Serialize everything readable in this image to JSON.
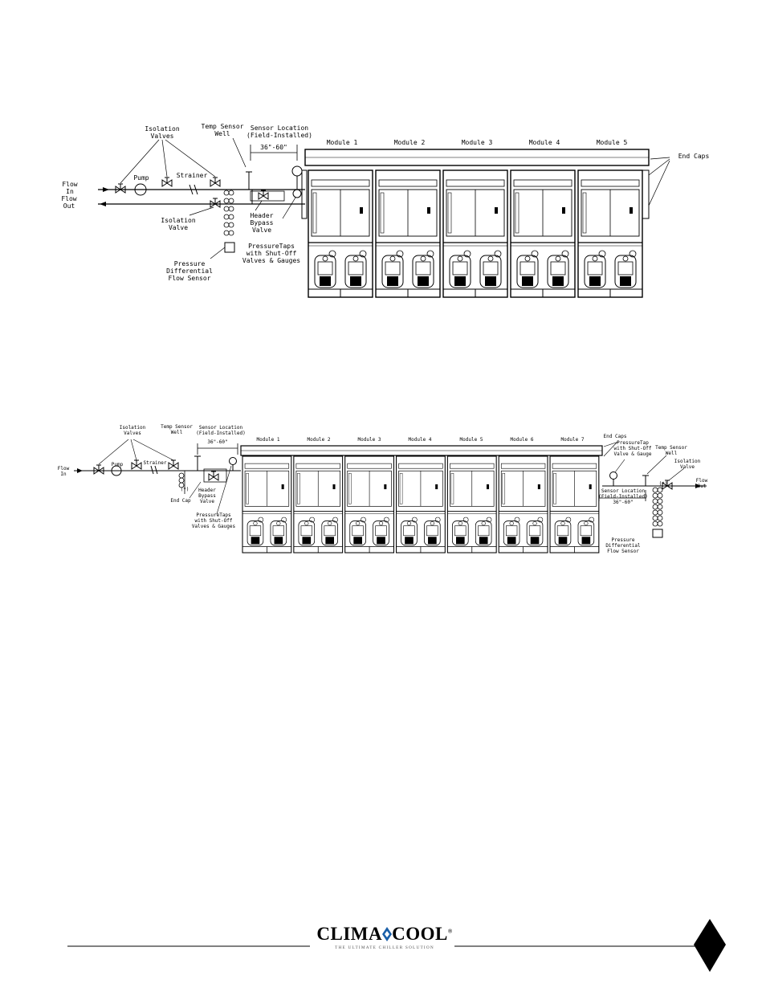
{
  "diagram_top": {
    "labels": {
      "isolation_valves": [
        "Isolation",
        "Valves"
      ],
      "temp_sensor_well": [
        "Temp Sensor",
        "Well"
      ],
      "sensor_location": [
        "Sensor Location",
        "(Field-Installed)"
      ],
      "dimension": "36\"-60\"",
      "pump": "Pump",
      "strainer": "Strainer",
      "flow_in": [
        "Flow",
        "In"
      ],
      "flow_out": [
        "Flow",
        "Out"
      ],
      "isolation_valve": [
        "Isolation",
        "Valve"
      ],
      "header_bypass_valve": [
        "Header",
        "Bypass",
        "Valve"
      ],
      "pressure_taps": [
        "PressureTaps",
        "with Shut-Off",
        "Valves & Gauges"
      ],
      "pressure_differential": [
        "Pressure",
        "Differential",
        "Flow Sensor"
      ],
      "end_caps": "End Caps"
    },
    "modules": [
      "Module 1",
      "Module 2",
      "Module 3",
      "Module 4",
      "Module 5"
    ]
  },
  "diagram_bottom": {
    "labels": {
      "isolation_valves": [
        "Isolation",
        "Valves"
      ],
      "temp_sensor_well": [
        "Temp Sensor",
        "Well"
      ],
      "sensor_location": [
        "Sensor Location",
        "(Field-Installed)"
      ],
      "dimension": "36\"-60\"",
      "pump": "Pump",
      "strainer": "Strainer",
      "flow_in": [
        "Flow",
        "In"
      ],
      "end_cap": "End Cap",
      "star_note": "(*)",
      "header_bypass_valve": [
        "Header",
        "Bypass",
        "Valve"
      ],
      "pressure_taps": [
        "PressureTaps",
        "with Shut-Off",
        "Valves & Gauges"
      ],
      "end_caps": "End Caps",
      "pressure_tap_right": [
        "PressureTap",
        "with Shut-Off",
        "Valve & Gauge"
      ],
      "temp_sensor_well_right": [
        "Temp Sensor",
        "Well"
      ],
      "isolation_valve_right": [
        "Isolation",
        "Valve"
      ],
      "flow_out": [
        "Flow",
        "Out"
      ],
      "sensor_location_right": [
        "Sensor Location",
        "(Field-Installed)"
      ],
      "dimension_right": "36\"-60\"",
      "star_note_right": "(*)",
      "pressure_differential": [
        "Pressure",
        "Differential",
        "Flow Sensor"
      ]
    },
    "modules": [
      "Module 1",
      "Module 2",
      "Module 3",
      "Module 4",
      "Module 5",
      "Module 6",
      "Module 7"
    ]
  },
  "footer": {
    "logo_left": "CLIMA",
    "logo_right": "COOL",
    "logo_mark": "®",
    "tagline": "THE ULTIMATE CHILLER SOLUTION"
  }
}
